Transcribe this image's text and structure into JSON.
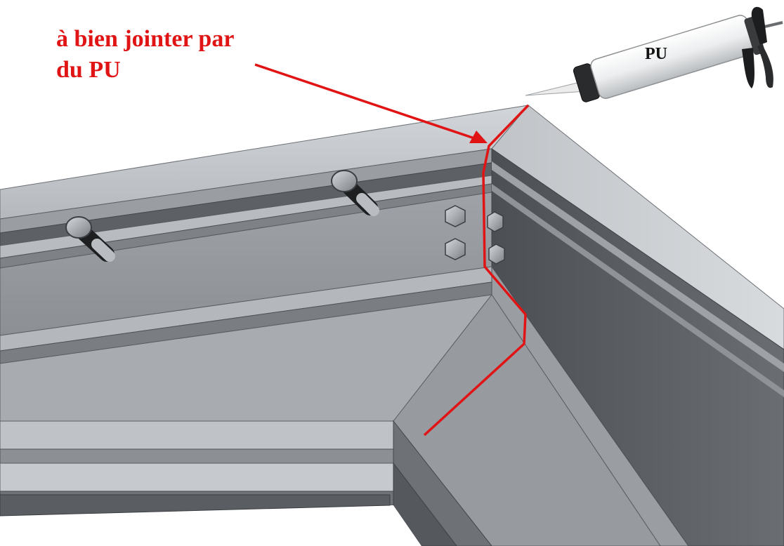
{
  "annotation": {
    "line1": "à bien jointer par",
    "line2": "du PU"
  },
  "sealant_gun": {
    "label": "PU"
  },
  "colors": {
    "annotation": "#e01414",
    "profile_light": "#c9ccd0",
    "profile_mid": "#a9adb2",
    "profile_dark": "#6d7075",
    "profile_darkest": "#4a4d52",
    "background": "#ffffff"
  },
  "icons": {
    "sealant_gun": "caulking-gun-icon",
    "bolt": "hex-bolt-icon",
    "anchor": "threaded-anchor-icon"
  }
}
